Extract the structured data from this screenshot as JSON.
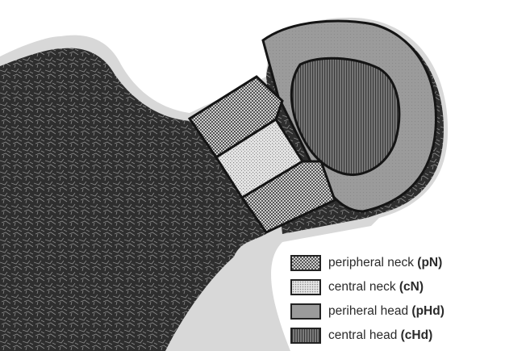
{
  "regions": [
    {
      "id": "pN",
      "fill_pattern": "pat-pN"
    },
    {
      "id": "cN",
      "fill_pattern": "pat-cN"
    },
    {
      "id": "pHd",
      "fill_pattern": "pat-pHd"
    },
    {
      "id": "cHd",
      "fill_pattern": "pat-cHd"
    }
  ],
  "legend": [
    {
      "label": "peripheral neck",
      "abbr": "(pN)",
      "pattern": "pat-pN"
    },
    {
      "label": "central neck",
      "abbr": "(cN)",
      "pattern": "pat-cN"
    },
    {
      "label": "periheral head",
      "abbr": "(pHd)",
      "pattern": "pat-pHd"
    },
    {
      "label": "central head",
      "abbr": "(cHd)",
      "pattern": "pat-cHd"
    }
  ],
  "colors": {
    "bone_dark": "#2b2b2b",
    "bone_light": "#d9d9d9",
    "neck_peripheral": "#9a9a9a",
    "neck_central": "#d6d6d6",
    "head_peripheral": "#9c9c9c",
    "head_central": "#6e6e6e",
    "outline": "#141414"
  }
}
